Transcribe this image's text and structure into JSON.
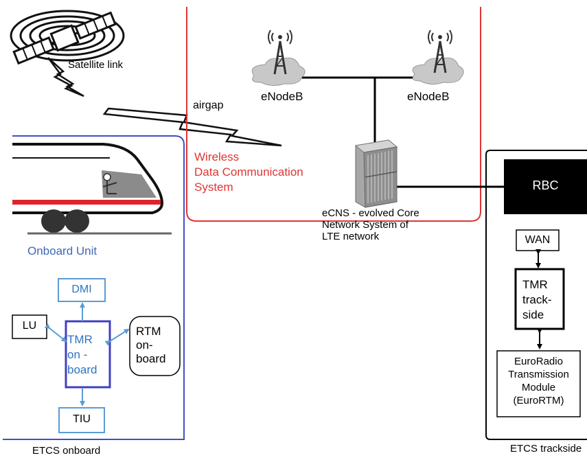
{
  "satellite": {
    "label": "Satellite link"
  },
  "airgap": {
    "label": "airgap"
  },
  "lte": {
    "enodeb_left": "eNodeB",
    "enodeb_right": "eNodeB",
    "wireless_lines": [
      "Wireless",
      "Data Communication",
      "System"
    ],
    "ecns_lines": [
      "eCNS - evolved Core",
      "Network System of",
      "LTE network"
    ]
  },
  "onboard": {
    "title": "Onboard Unit",
    "dmi": "DMI",
    "lu": "LU",
    "tmr_lines": [
      "TMR",
      "on -",
      "board"
    ],
    "rtm_lines": [
      "RTM",
      "on-",
      "board"
    ],
    "tiu": "TIU",
    "caption": "ETCS onboard"
  },
  "trackside": {
    "rbc": "RBC",
    "wan": "WAN",
    "tmr_lines": [
      "TMR",
      "track-",
      "side"
    ],
    "eurortm_lines": [
      "EuroRadio",
      "Transmission",
      "Module",
      "(EuroRTM)"
    ],
    "caption": "ETCS trackside"
  },
  "colors": {
    "onboard_border": "#3f4fc8",
    "lte_border": "#e03434",
    "arrow": "#5b9bd5",
    "tmr_onboard_border": "#4040c0",
    "rbc_fill": "#000000"
  }
}
